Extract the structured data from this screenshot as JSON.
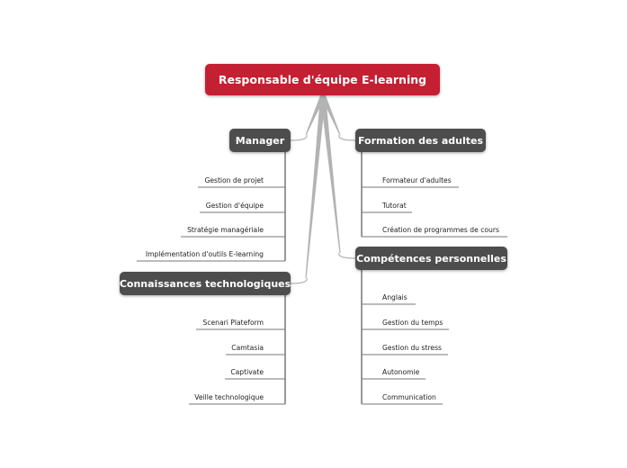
{
  "root": {
    "label": "Responsable d'équipe E-learning",
    "color": "#c41f33"
  },
  "branches": [
    {
      "label": "Manager",
      "children": [
        "Gestion de projet",
        "Gestion d'équipe",
        "Stratégie managériale",
        "Implémentation d'outils E-learning"
      ]
    },
    {
      "label": "Formation des adultes",
      "children": [
        "Formateur d'adultes",
        "Tutorat",
        "Création de programmes de cours"
      ]
    },
    {
      "label": "Compétences personnelles",
      "children": [
        "Anglais",
        "Gestion du temps",
        "Gestion du stress",
        "Autonomie",
        "Communication"
      ]
    },
    {
      "label": "Connaissances technologiques",
      "children": [
        "Scenari Plateform",
        "Camtasia",
        "Captivate",
        "Veille technologique"
      ]
    }
  ]
}
